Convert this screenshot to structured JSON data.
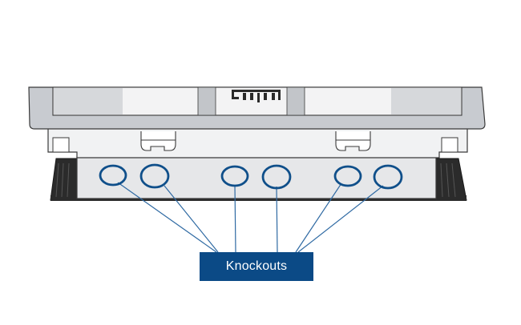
{
  "colors": {
    "frame": "#c8cbd0",
    "frame_outline": "#3a3a3a",
    "lid_panel": "#f3f3f4",
    "box_body": "#e6e7e9",
    "cavity_dark": "#2b2b2b",
    "knockout_ring": "#0f4f8a",
    "leader_line": "#2f6aa3",
    "label_bg": "#0b4a86",
    "label_text": "#ffffff"
  },
  "callout": {
    "label": "Knockouts"
  },
  "knockouts": [
    {
      "id": "knockout-1"
    },
    {
      "id": "knockout-2"
    },
    {
      "id": "knockout-3"
    },
    {
      "id": "knockout-4"
    },
    {
      "id": "knockout-5"
    },
    {
      "id": "knockout-6"
    }
  ]
}
